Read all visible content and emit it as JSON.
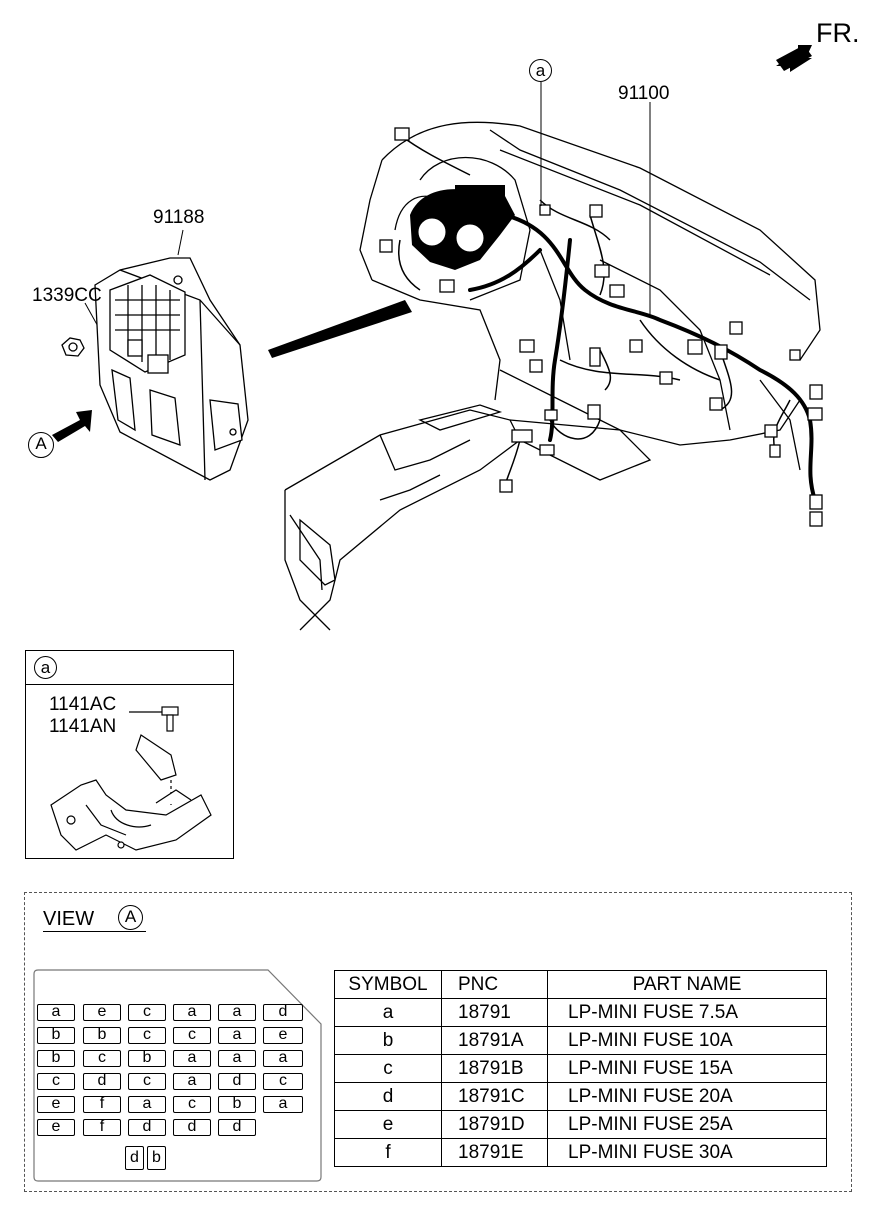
{
  "labels": {
    "direction": "FR.",
    "harness": "91100",
    "junction_box": "91188",
    "nut": "1339CC",
    "callout_a": "a",
    "view_marker": "A",
    "bolt_1": "1141AC",
    "bolt_2": "1141AN"
  },
  "detail_a": {
    "marker": "a"
  },
  "view": {
    "title": "VIEW",
    "marker": "A",
    "fuse_rows": [
      [
        "a",
        "e",
        "c",
        "a",
        "a",
        "d"
      ],
      [
        "b",
        "b",
        "c",
        "c",
        "a",
        "e"
      ],
      [
        "b",
        "c",
        "b",
        "a",
        "a",
        "a"
      ],
      [
        "c",
        "d",
        "c",
        "a",
        "d",
        "c"
      ],
      [
        "e",
        "f",
        "a",
        "c",
        "b",
        "a"
      ],
      [
        "e",
        "f",
        "d",
        "d",
        "d"
      ],
      [
        "d",
        "b"
      ]
    ]
  },
  "table": {
    "headers": [
      "SYMBOL",
      "PNC",
      "PART NAME"
    ],
    "rows": [
      [
        "a",
        "18791",
        "LP-MINI FUSE 7.5A"
      ],
      [
        "b",
        "18791A",
        "LP-MINI FUSE 10A"
      ],
      [
        "c",
        "18791B",
        "LP-MINI FUSE 15A"
      ],
      [
        "d",
        "18791C",
        "LP-MINI FUSE 20A"
      ],
      [
        "e",
        "18791D",
        "LP-MINI FUSE 25A"
      ],
      [
        "f",
        "18791E",
        "LP-MINI FUSE 30A"
      ]
    ]
  }
}
